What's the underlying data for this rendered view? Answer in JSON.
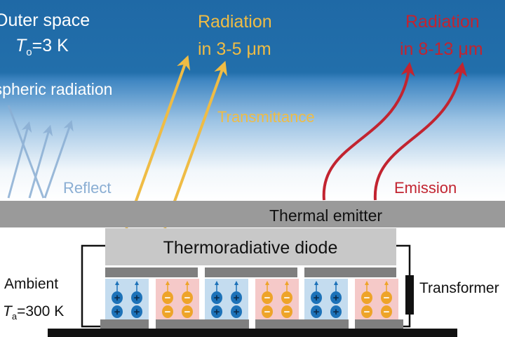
{
  "sky": {
    "outer_space_line1": "Outer space",
    "outer_space_T": "T",
    "outer_space_sub": "o",
    "outer_space_val": "=3 K",
    "atmospheric": "Atmospheric radiation",
    "reflect": "Reflect",
    "transmittance": "Transmittance",
    "emission": "Emission",
    "rad35_line1": "Radiation",
    "rad35_line2": "in 3-5 μm",
    "rad813_line1": "Radiation",
    "rad813_line2": "in 8-13 μm"
  },
  "device": {
    "emitter": "Thermal emitter",
    "diode": "Thermoradiative diode",
    "ambient": "Ambient",
    "ambient_T": "T",
    "ambient_sub": "a",
    "ambient_val": "=300 K",
    "transformer": "Transformer",
    "plus": "+",
    "minus": "−"
  },
  "colors": {
    "sky_top": "#1f69a6",
    "yellow": "#efbc45",
    "red": "#c22430",
    "reflect_blue": "#8aaed3",
    "p_cell": "#c4dcef",
    "n_cell": "#f5c9c8",
    "hole": "#1d72b8",
    "electron": "#eea429"
  }
}
